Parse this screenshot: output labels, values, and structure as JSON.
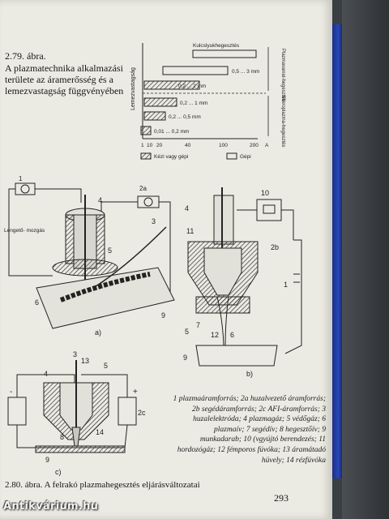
{
  "figure_279": {
    "number": "2.79. ábra.",
    "caption": "A plazmatechnika alkalmazási területe az áramerősség és a lemezvastagság függvényében",
    "rotated_label": "Lemezvastagság",
    "group_top": "Plazmavarrat-hegesztés",
    "group_bottom": "Mikroplazma-hegesztés",
    "x_ticks": [
      "1",
      "10",
      "20",
      "40",
      "100",
      "200"
    ],
    "x_unit": "A",
    "legend_manual": "Kézi vagy gépi",
    "legend_machine": "Gépi",
    "bars": [
      {
        "label": "Kulcslyukhegesztés",
        "hatched": false
      },
      {
        "label": "0,5 ... 3 mm",
        "hatched": false
      },
      {
        "label": "0,2 ... 2 mm",
        "hatched": true
      },
      {
        "label": "0,2 ... 1 mm",
        "hatched": true
      },
      {
        "label": "0,2 ... 0,5 mm",
        "hatched": true
      },
      {
        "label": "0,01 ... 0,2 mm",
        "hatched": true
      }
    ]
  },
  "figure_a": {
    "sub_label": "a)",
    "side_label": "Lengető- mozgás",
    "source_1": "1",
    "source_2a": "2a",
    "numbers": [
      "3",
      "4",
      "5",
      "6",
      "9"
    ]
  },
  "figure_b": {
    "sub_label": "b)",
    "numbers": [
      "4",
      "11",
      "10",
      "2b",
      "1",
      "7",
      "5",
      "12",
      "6",
      "9"
    ]
  },
  "figure_c": {
    "sub_label": "c)",
    "numbers": [
      "3",
      "13",
      "4",
      "5",
      "8",
      "14",
      "2c",
      "9"
    ],
    "plus": "+",
    "minus": "-"
  },
  "legend_text": "1 plazmaáramforrás; 2a huzalvezető áramforrás; 2b segédáramforrás; 2c AFI-áramforrás; 3 huzalelektróda; 4 plazmagáz; 5 védőgáz; 6 plazmaív; 7 segédív; 8 hegesztőív; 9 munkadarab; 10 (vgyújtó berendezés; 11 hordozógáz; 12 fémporos fúvóka; 13 áramátadó hüvely; 14 rézfúvóka",
  "figure_280_caption": "2.80. ábra. A felrakó plazmahegesztés eljárásváltozatai",
  "page_number": "293",
  "watermark": "Antikvárium.hu"
}
